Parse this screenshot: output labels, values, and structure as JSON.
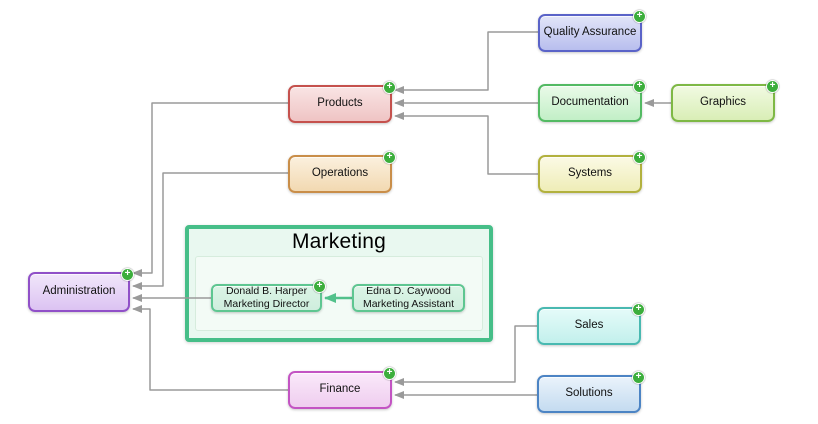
{
  "diagram": {
    "icons": {
      "plus": "+"
    },
    "colors": {
      "background": "#ffffff",
      "connector": "#9a9a9a",
      "connector_highlight": "#52c18b",
      "plus_badge": "#3cae3c"
    },
    "marketing_group": {
      "title": "Marketing",
      "border": "#46be88",
      "fill": "#e9f8f0",
      "panel_fill": "#f3fbf6",
      "panel_border": "#d6ecdd"
    },
    "nodes": {
      "quality_assurance": {
        "label": "Quality Assurance",
        "border": "#5a63c8",
        "fill_top": "#e2e5f8",
        "fill_bottom": "#b8beee"
      },
      "products": {
        "label": "Products",
        "border": "#c5514d",
        "fill_top": "#f9e4e4",
        "fill_bottom": "#efc4c4"
      },
      "documentation": {
        "label": "Documentation",
        "border": "#53ba63",
        "fill_top": "#eafae9",
        "fill_bottom": "#c2efc7"
      },
      "graphics": {
        "label": "Graphics",
        "border": "#7eb845",
        "fill_top": "#f1fae2",
        "fill_bottom": "#d9eeb6"
      },
      "systems": {
        "label": "Systems",
        "border": "#b2b13e",
        "fill_top": "#fbfae5",
        "fill_bottom": "#efedb7"
      },
      "operations": {
        "label": "Operations",
        "border": "#c98e49",
        "fill_top": "#fbf0de",
        "fill_bottom": "#f2d9b1"
      },
      "administration": {
        "label": "Administration",
        "border": "#9050c8",
        "fill_top": "#f1e6fa",
        "fill_bottom": "#dcc3f2"
      },
      "sales": {
        "label": "Sales",
        "border": "#49b9b1",
        "fill_top": "#e5fbf9",
        "fill_bottom": "#c2f0ec"
      },
      "finance": {
        "label": "Finance",
        "border": "#c354c3",
        "fill_top": "#fae9fa",
        "fill_bottom": "#efcdef"
      },
      "solutions": {
        "label": "Solutions",
        "border": "#4c84c4",
        "fill_top": "#eaf3fb",
        "fill_bottom": "#c4dbf0"
      },
      "marketing_director": {
        "line1": "Donald B. Harper",
        "line2": "Marketing Director",
        "border": "#5ec691",
        "fill_top": "#dbf4e6",
        "fill_bottom": "#cfeedd"
      },
      "marketing_assistant": {
        "line1": "Edna D. Caywood",
        "line2": "Marketing Assistant",
        "border": "#5ec691",
        "fill_top": "#dbf4e6",
        "fill_bottom": "#cfeedd"
      }
    },
    "connections": [
      {
        "from": "quality_assurance",
        "to": "products",
        "style": "normal"
      },
      {
        "from": "documentation",
        "to": "products",
        "style": "normal"
      },
      {
        "from": "systems",
        "to": "products",
        "style": "normal"
      },
      {
        "from": "graphics",
        "to": "documentation",
        "style": "normal"
      },
      {
        "from": "products",
        "to": "administration",
        "style": "normal"
      },
      {
        "from": "operations",
        "to": "administration",
        "style": "normal"
      },
      {
        "from": "marketing_director",
        "to": "administration",
        "style": "normal"
      },
      {
        "from": "finance",
        "to": "administration",
        "style": "normal"
      },
      {
        "from": "sales",
        "to": "finance",
        "style": "normal"
      },
      {
        "from": "solutions",
        "to": "finance",
        "style": "normal"
      },
      {
        "from": "marketing_assistant",
        "to": "marketing_director",
        "style": "highlight"
      }
    ]
  }
}
